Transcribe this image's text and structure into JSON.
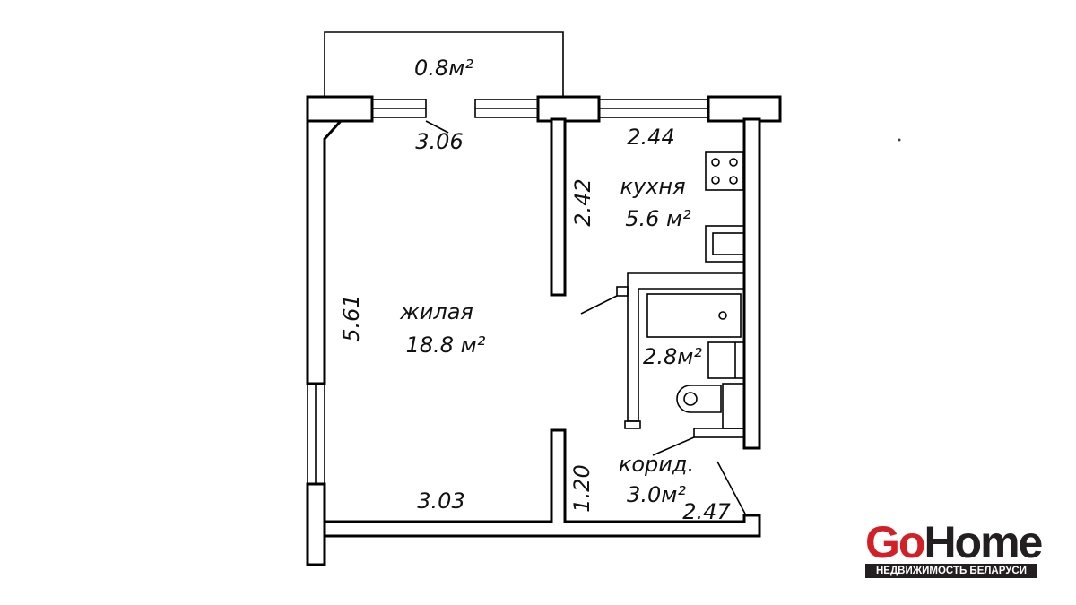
{
  "plan": {
    "balcony_area": "0.8м²",
    "top_dim": "3.06",
    "kitchen_width": "2.44",
    "kitchen_depth": "2.42",
    "kitchen_name": "кухня",
    "kitchen_area": "5.6 м²",
    "living_depth": "5.61",
    "living_name": "жилая",
    "living_area": "18.8 м²",
    "bath_area": "2.8м²",
    "living_bottom_dim": "3.03",
    "corridor_depth": "1.20",
    "corridor_name": "корид.",
    "corridor_area": "3.0м²",
    "corridor_dim": "2.47"
  },
  "logo": {
    "go": "Go",
    "home": "Home",
    "tagline": "НЕДВИЖИМОСТЬ БЕЛАРУСИ",
    "colors": {
      "go": "#d32027",
      "home": "#231f20"
    }
  }
}
